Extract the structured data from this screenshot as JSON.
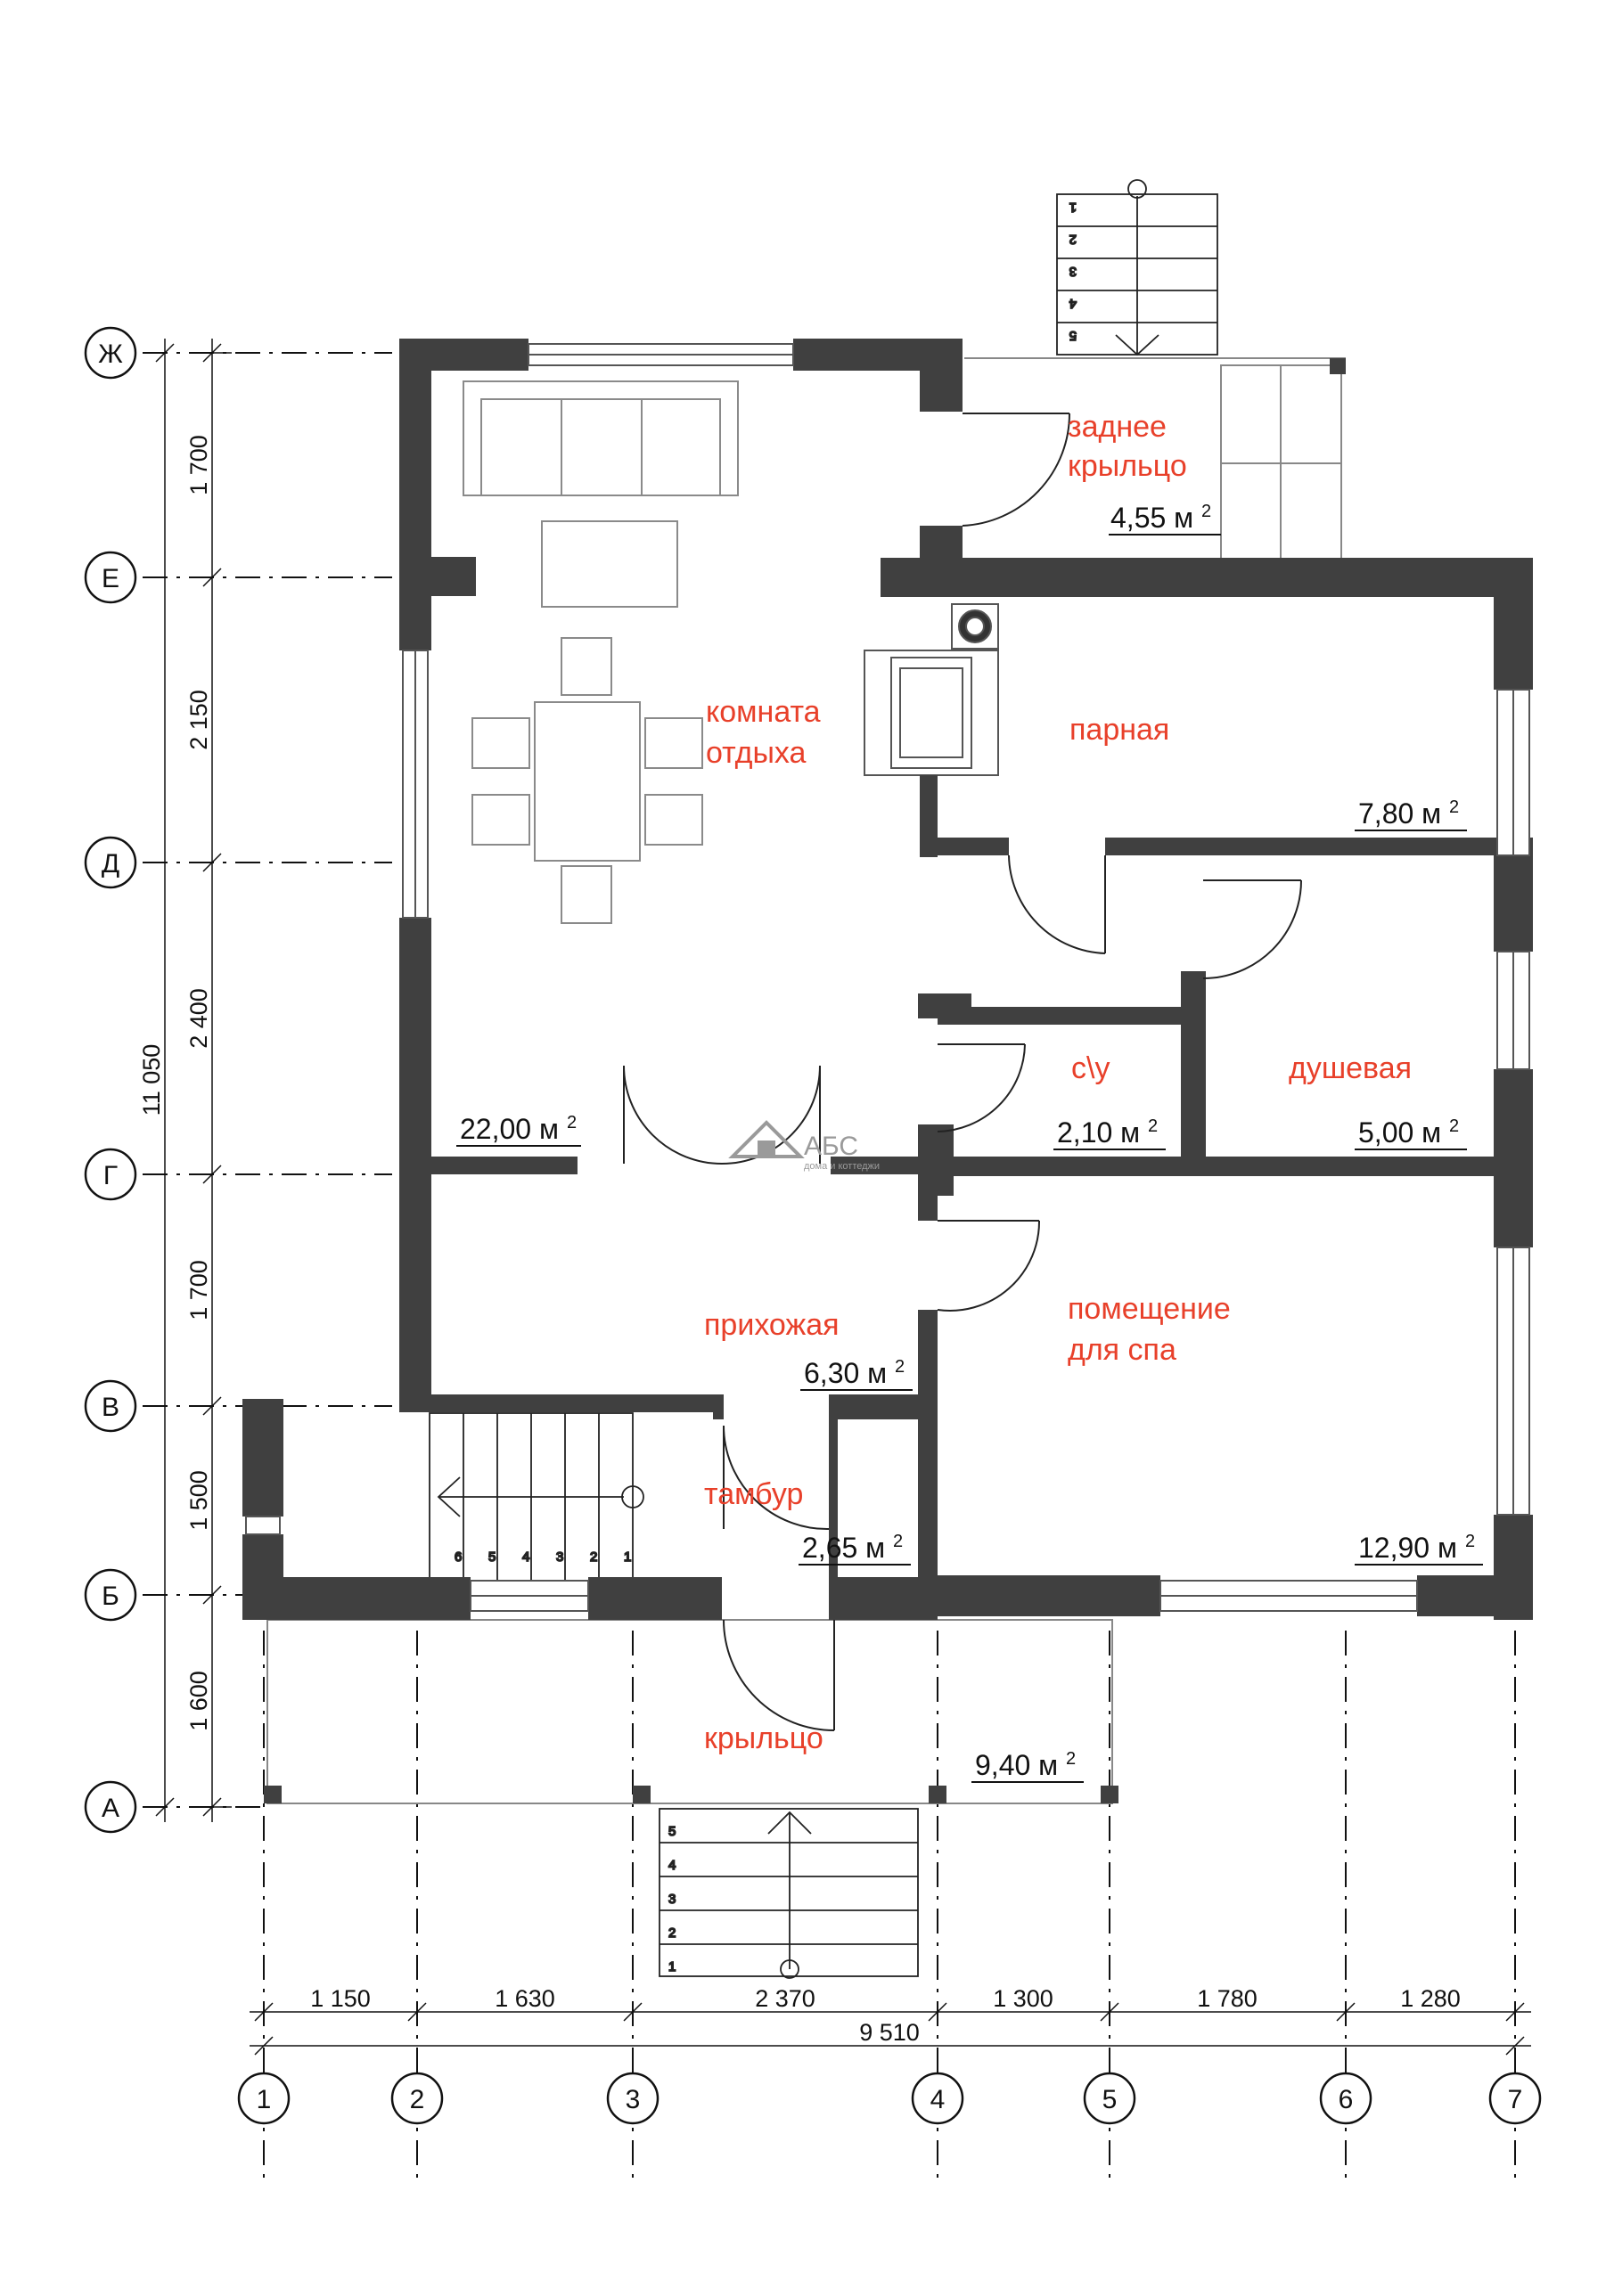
{
  "colors": {
    "wall": "#404040",
    "label": "#e8402a",
    "line": "#111111",
    "furniture": "#8a8a8a"
  },
  "rooms": {
    "zadnee_kryltso": {
      "name_1": "заднее",
      "name_2": "крыльцо",
      "area": "4,55 м",
      "sup": "2"
    },
    "komnata": {
      "name_1": "комната",
      "name_2": "отдыха",
      "area": "22,00 м",
      "sup": "2"
    },
    "parnaya": {
      "name": "парная",
      "area": "7,80 м",
      "sup": "2"
    },
    "su": {
      "name": "с\\у",
      "area": "2,10 м",
      "sup": "2"
    },
    "dushevaya": {
      "name": "душевая",
      "area": "5,00 м",
      "sup": "2"
    },
    "prikhozhaya": {
      "name": "прихожая",
      "area": "6,30 м",
      "sup": "2"
    },
    "pomeshchenie": {
      "name_1": "помещение",
      "name_2": "для спа",
      "area": "12,90 м",
      "sup": "2"
    },
    "tambur": {
      "name": "тамбур",
      "area": "2,65 м",
      "sup": "2"
    },
    "kryltso": {
      "name": "крыльцо",
      "area": "9,40 м",
      "sup": "2"
    }
  },
  "axes": {
    "rows": [
      "Ж",
      "Е",
      "Д",
      "Г",
      "В",
      "Б",
      "А"
    ],
    "columns": [
      "1",
      "2",
      "3",
      "4",
      "5",
      "6",
      "7"
    ]
  },
  "dimensions": {
    "vertical": [
      "1 700",
      "2 150",
      "2 400",
      "1 700",
      "1 500",
      "1 600"
    ],
    "vertical_total": "11 050",
    "horizontal": [
      "1 150",
      "1 630",
      "2 370",
      "1 300",
      "1 780",
      "1 280"
    ],
    "horizontal_total": "9 510"
  },
  "stairs": {
    "back": [
      "1",
      "2",
      "3",
      "4",
      "5"
    ],
    "front": [
      "1",
      "2",
      "3",
      "4",
      "5"
    ],
    "inner": [
      "1",
      "2",
      "3",
      "4",
      "5",
      "6"
    ]
  },
  "logo": {
    "text": "АБС",
    "tagline": "дома и коттеджи"
  }
}
